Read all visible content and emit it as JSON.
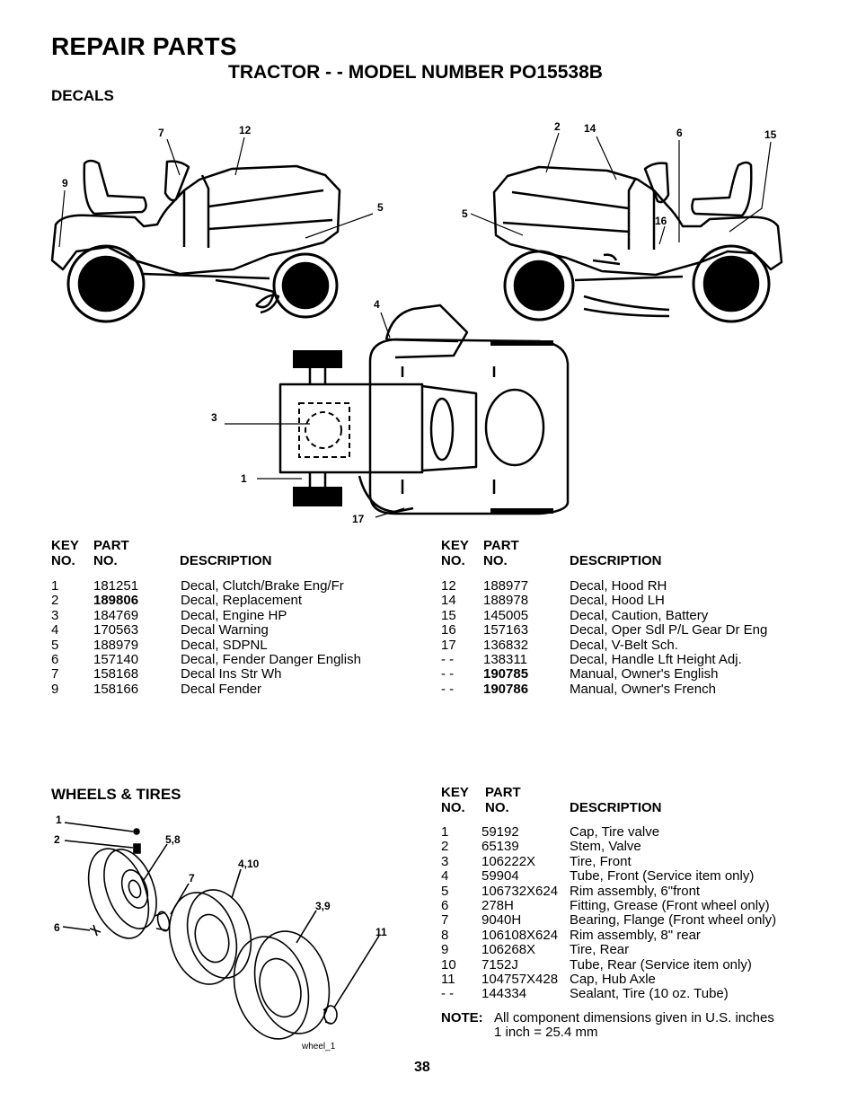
{
  "title": "REPAIR PARTS",
  "subtitle": "TRACTOR - - MODEL NUMBER PO15538B",
  "decals": {
    "heading": "DECALS",
    "callouts": [
      "7",
      "12",
      "9",
      "5",
      "2",
      "14",
      "6",
      "15",
      "5",
      "16",
      "4",
      "3",
      "1",
      "17"
    ],
    "headers": {
      "key1": "KEY",
      "key2": "NO.",
      "part1": "PART",
      "part2": "NO.",
      "desc": "DESCRIPTION"
    },
    "left_rows": [
      {
        "key": "1",
        "part": "181251",
        "desc": "Decal, Clutch/Brake Eng/Fr",
        "bold": false
      },
      {
        "key": "2",
        "part": "189806",
        "desc": "Decal, Replacement",
        "bold": true
      },
      {
        "key": "3",
        "part": "184769",
        "desc": "Decal, Engine HP",
        "bold": false
      },
      {
        "key": "4",
        "part": "170563",
        "desc": "Decal Warning",
        "bold": false
      },
      {
        "key": "5",
        "part": "188979",
        "desc": "Decal, SDPNL",
        "bold": false
      },
      {
        "key": "6",
        "part": "157140",
        "desc": "Decal, Fender Danger English",
        "bold": false
      },
      {
        "key": "7",
        "part": "158168",
        "desc": "Decal Ins Str Wh",
        "bold": false
      },
      {
        "key": "9",
        "part": "158166",
        "desc": "Decal Fender",
        "bold": false
      }
    ],
    "right_rows": [
      {
        "key": "12",
        "part": "188977",
        "desc": "Decal, Hood RH",
        "bold": false
      },
      {
        "key": "14",
        "part": "188978",
        "desc": "Decal, Hood LH",
        "bold": false
      },
      {
        "key": "15",
        "part": "145005",
        "desc": "Decal, Caution, Battery",
        "bold": false
      },
      {
        "key": "16",
        "part": "157163",
        "desc": "Decal, Oper Sdl P/L Gear Dr Eng",
        "bold": false
      },
      {
        "key": "17",
        "part": "136832",
        "desc": "Decal, V-Belt Sch.",
        "bold": false
      },
      {
        "key": "- -",
        "part": "138311",
        "desc": "Decal, Handle Lft Height Adj.",
        "bold": false
      },
      {
        "key": "- -",
        "part": "190785",
        "desc": "Manual, Owner's English",
        "bold": true
      },
      {
        "key": "- -",
        "part": "190786",
        "desc": "Manual, Owner's French",
        "bold": true
      }
    ]
  },
  "wheels": {
    "heading": "WHEELS & TIRES",
    "callouts": [
      "1",
      "2",
      "5,8",
      "4,10",
      "7",
      "3,9",
      "6",
      "11"
    ],
    "caption": "wheel_1",
    "rows": [
      {
        "key": "1",
        "part": "59192",
        "desc": "Cap, Tire valve"
      },
      {
        "key": "2",
        "part": "65139",
        "desc": "Stem, Valve"
      },
      {
        "key": "3",
        "part": "106222X",
        "desc": "Tire, Front"
      },
      {
        "key": "4",
        "part": "59904",
        "desc": "Tube, Front (Service item only)"
      },
      {
        "key": "5",
        "part": "106732X624",
        "desc": "Rim assembly, 6\"front"
      },
      {
        "key": "6",
        "part": "278H",
        "desc": "Fitting, Grease (Front wheel only)"
      },
      {
        "key": "7",
        "part": "9040H",
        "desc": "Bearing, Flange (Front wheel only)"
      },
      {
        "key": "8",
        "part": "106108X624",
        "desc": "Rim assembly, 8\" rear"
      },
      {
        "key": "9",
        "part": "106268X",
        "desc": "Tire, Rear"
      },
      {
        "key": "10",
        "part": "7152J",
        "desc": "Tube, Rear (Service item only)"
      },
      {
        "key": "11",
        "part": "104757X428",
        "desc": "Cap, Hub Axle"
      },
      {
        "key": "- -",
        "part": "144334",
        "desc": "Sealant, Tire (10 oz. Tube)"
      }
    ],
    "note_label": "NOTE:",
    "note_line1": "All component dimensions given in U.S. inches",
    "note_line2": "1 inch = 25.4 mm"
  },
  "page_number": "38"
}
